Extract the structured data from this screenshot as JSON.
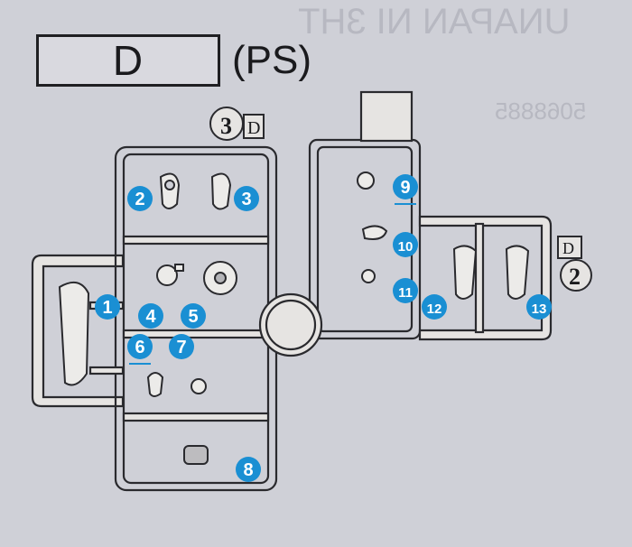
{
  "sheet": {
    "label": "D",
    "material": "(PS)",
    "show_through": "UNAPAN NI 3HT",
    "show_through_code": "5068885"
  },
  "colors": {
    "background": "#cfd0d7",
    "runner": "#2a2a2e",
    "runner_fill": "#e6e4e2",
    "marker": "#1a8fd3",
    "marker_text": "#ffffff"
  },
  "tags": [
    {
      "id": "tag-3",
      "number": "3",
      "letter": "D"
    },
    {
      "id": "tag-2",
      "number": "2",
      "letter": "D"
    }
  ],
  "parts": [
    {
      "n": "1",
      "label": "1",
      "underline": false
    },
    {
      "n": "2",
      "label": "2",
      "underline": false
    },
    {
      "n": "3",
      "label": "3",
      "underline": false
    },
    {
      "n": "4",
      "label": "4",
      "underline": false
    },
    {
      "n": "5",
      "label": "5",
      "underline": false
    },
    {
      "n": "6",
      "label": "6",
      "underline": true
    },
    {
      "n": "7",
      "label": "7",
      "underline": false
    },
    {
      "n": "8",
      "label": "8",
      "underline": false
    },
    {
      "n": "9",
      "label": "9",
      "underline": true
    },
    {
      "n": "10",
      "label": "10",
      "underline": false
    },
    {
      "n": "11",
      "label": "11",
      "underline": false
    },
    {
      "n": "12",
      "label": "12",
      "underline": false
    },
    {
      "n": "13",
      "label": "13",
      "underline": false
    }
  ]
}
